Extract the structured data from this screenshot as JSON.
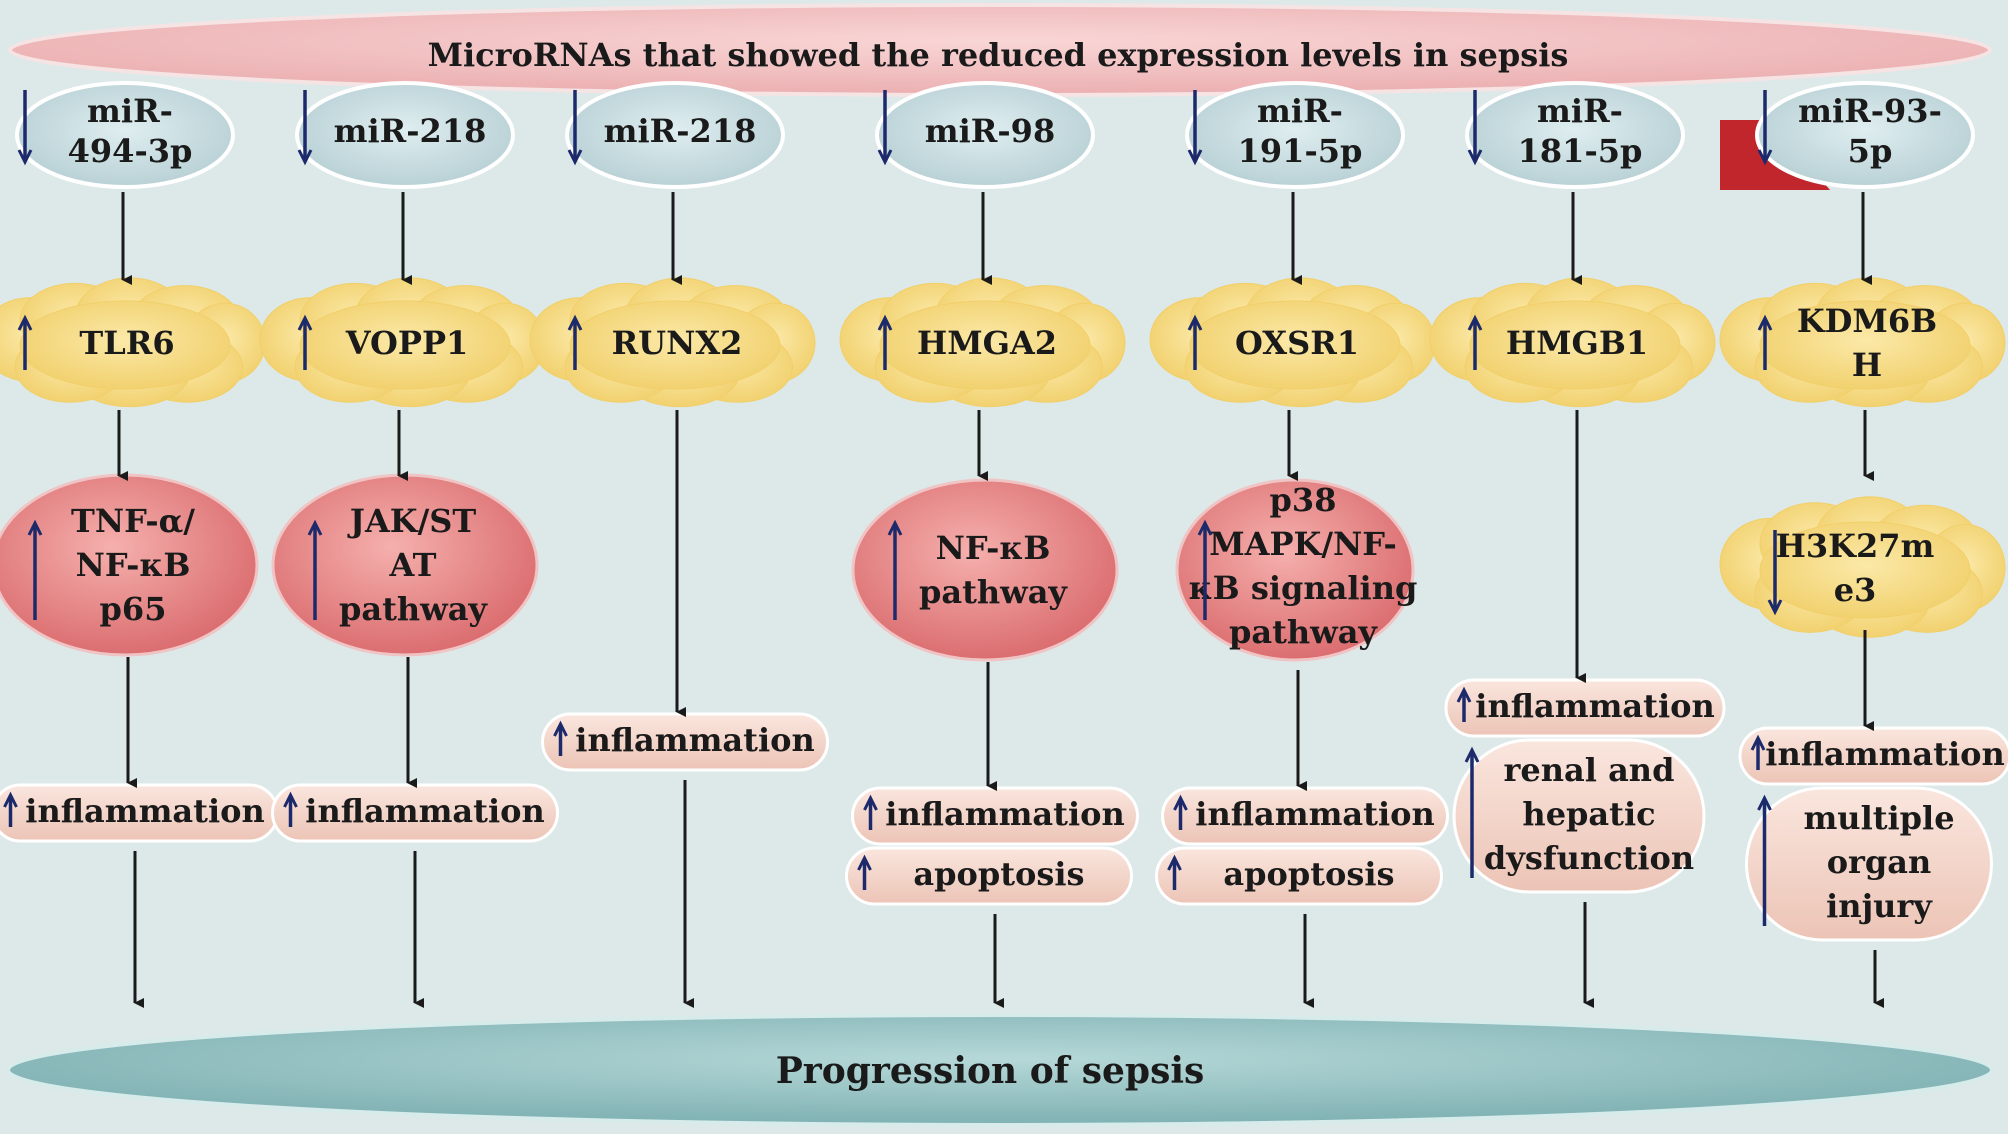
{
  "header": {
    "title": "MicroRNAs that showed the reduced  expression levels in sepsis"
  },
  "footer": {
    "label": "Progression of sepsis"
  },
  "columns": [
    {
      "mirna": [
        "miR-",
        "494-3p"
      ],
      "target": [
        "TLR6"
      ],
      "pathway": [
        "TNF-α/",
        "NF-κB",
        "p65"
      ],
      "outcomes": [
        [
          "inflammation"
        ]
      ]
    },
    {
      "mirna": [
        "miR-218"
      ],
      "target": [
        "VOPP1"
      ],
      "pathway": [
        "JAK/ST",
        "AT",
        "pathway"
      ],
      "outcomes": [
        [
          "inflammation"
        ]
      ]
    },
    {
      "mirna": [
        "miR-218"
      ],
      "target": [
        "RUNX2"
      ],
      "pathway": [],
      "outcomes": [
        [
          "inflammation"
        ]
      ]
    },
    {
      "mirna": [
        "miR-98"
      ],
      "target": [
        "HMGA2"
      ],
      "pathway": [
        "NF-κB",
        "pathway"
      ],
      "outcomes": [
        [
          "inflammation"
        ],
        [
          "apoptosis"
        ]
      ]
    },
    {
      "mirna": [
        "miR-",
        "191-5p"
      ],
      "target": [
        "OXSR1"
      ],
      "pathway": [
        "p38",
        "MAPK/NF-",
        "κB signaling",
        "pathway"
      ],
      "outcomes": [
        [
          "inflammation"
        ],
        [
          "apoptosis"
        ]
      ]
    },
    {
      "mirna": [
        "miR-",
        "181-5p"
      ],
      "target": [
        "HMGB1"
      ],
      "pathway": [],
      "outcomes": [
        [
          "inflammation"
        ],
        [
          "renal and",
          "hepatic",
          "dysfunction"
        ]
      ]
    },
    {
      "mirna": [
        "miR-93-",
        "5p"
      ],
      "target": [
        "KDM6B",
        "H"
      ],
      "pathway": [],
      "histone": [
        "H3K27m",
        "e3"
      ],
      "outcomes": [
        [
          "inflammation"
        ],
        [
          "multiple",
          "organ",
          "injury"
        ]
      ]
    }
  ],
  "colors": {
    "background": "#dde9e8",
    "header_fill": "#f2c4c4",
    "mirna_fill": "#c9dde0",
    "target_fill": "#f7dc8a",
    "pathway_fill": "#ea8a8a",
    "outcome_fill": "#f3d6cc",
    "footer_fill": "#9cc6c6",
    "arrow": "#1a1a1a",
    "updown_arrow": "#1c2a6b"
  },
  "icons": {
    "decrease": "down-arrow-icon",
    "increase": "up-arrow-icon",
    "corner_shape": "red-corner-shape"
  }
}
